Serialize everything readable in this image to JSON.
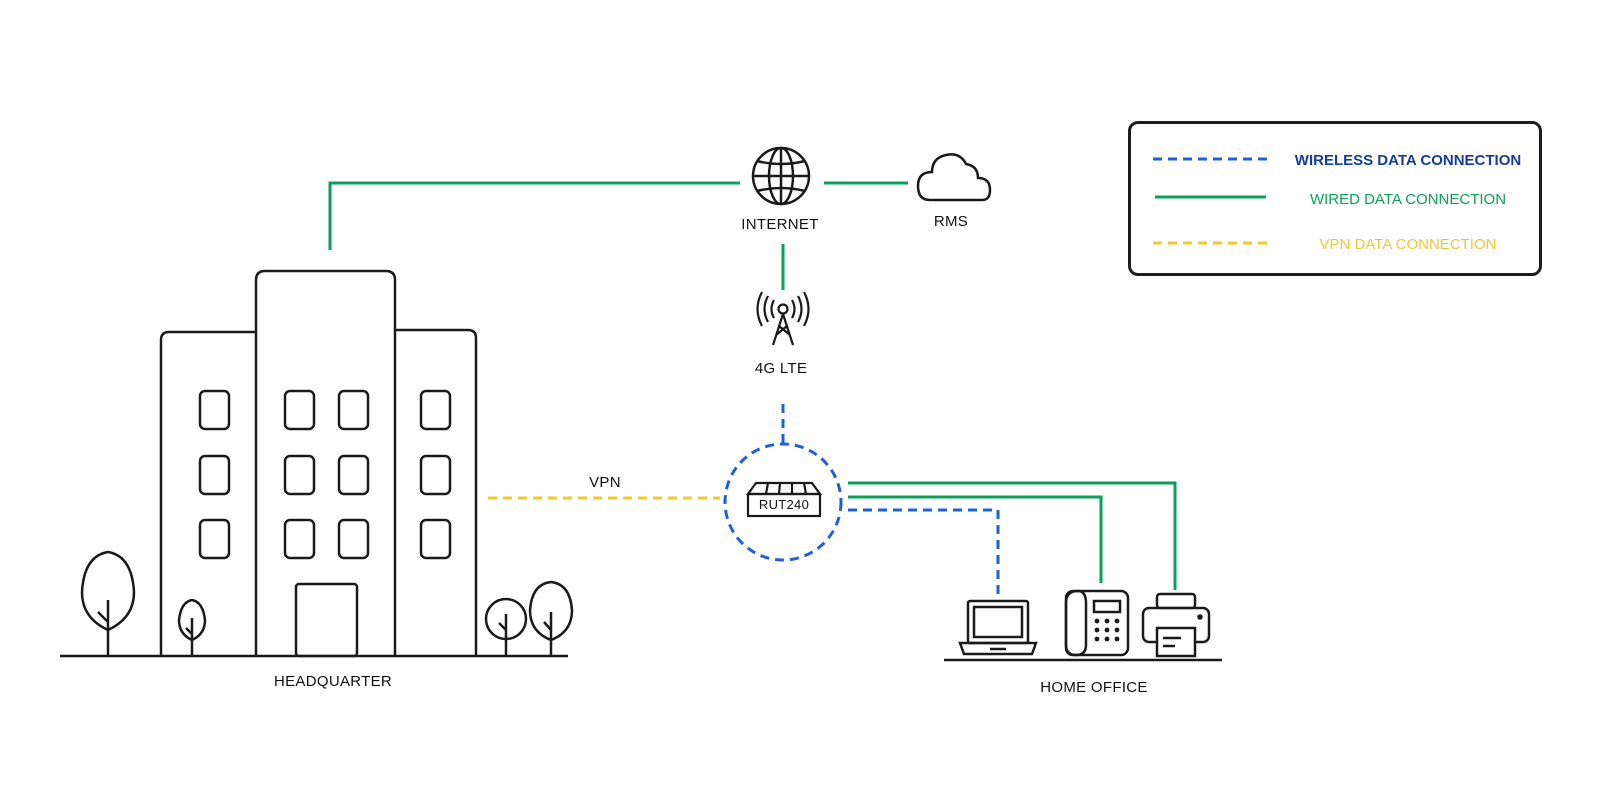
{
  "colors": {
    "wired": "#0a9f5a",
    "wireless": "#1f5fdc",
    "vpn": "#f5c928",
    "outline": "#1a1a1a",
    "wireless_text": "#143c9a",
    "wired_text": "#0a9f5a",
    "vpn_text": "#f0c53a"
  },
  "nodes": {
    "internet": {
      "label": "INTERNET",
      "icon": "globe-icon"
    },
    "rms": {
      "label": "RMS",
      "icon": "cloud-icon"
    },
    "lte": {
      "label": "4G LTE",
      "icon": "cell-tower-icon"
    },
    "router": {
      "label": "RUT240",
      "icon": "router-icon"
    },
    "headquarter": {
      "label": "HEADQUARTER",
      "icon": "office-building-icon"
    },
    "home_office": {
      "label": "HOME OFFICE",
      "devices": [
        "laptop-icon",
        "desk-phone-icon",
        "printer-icon"
      ]
    }
  },
  "links": {
    "vpn_label": "VPN"
  },
  "legend": {
    "items": [
      {
        "label": "WIRELESS DATA CONNECTION",
        "style": "dashed",
        "color_key": "wireless"
      },
      {
        "label": "WIRED DATA CONNECTION",
        "style": "solid",
        "color_key": "wired"
      },
      {
        "label": "VPN DATA CONNECTION",
        "style": "dashed",
        "color_key": "vpn"
      }
    ]
  }
}
